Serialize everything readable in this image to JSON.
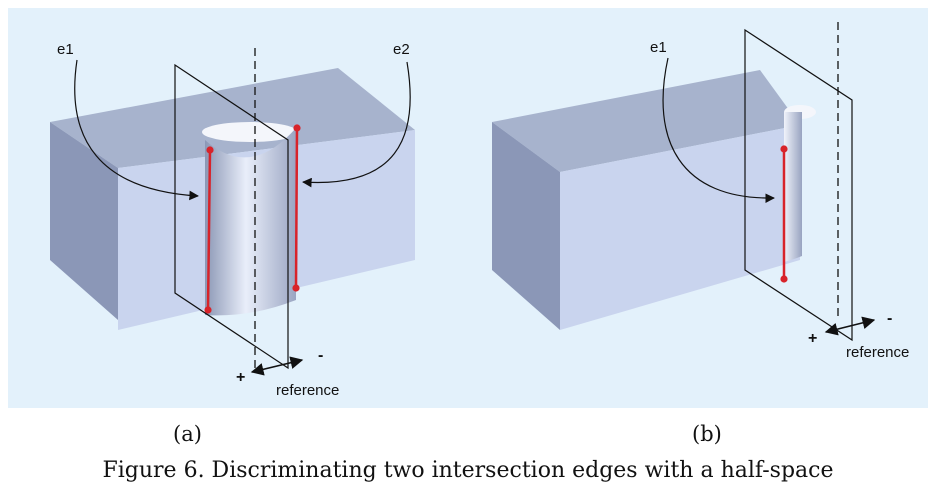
{
  "figure_a": {
    "subcaption": "(a)",
    "edge1_label": "e1",
    "edge2_label": "e2",
    "reference_label": "reference",
    "plus_sign": "+",
    "minus_sign": "-"
  },
  "figure_b": {
    "subcaption": "(b)",
    "edge1_label": "e1",
    "reference_label": "reference",
    "plus_sign": "+",
    "minus_sign": "-"
  },
  "caption": "Figure 6. Discriminating two intersection edges with a half-space",
  "colors": {
    "background": "#e3f1fb",
    "block_top": "#a7b3cd",
    "block_front": "#c9d4ee",
    "block_side": "#8b97b7",
    "edge_highlight": "#d8232a",
    "lines": "#111111"
  }
}
